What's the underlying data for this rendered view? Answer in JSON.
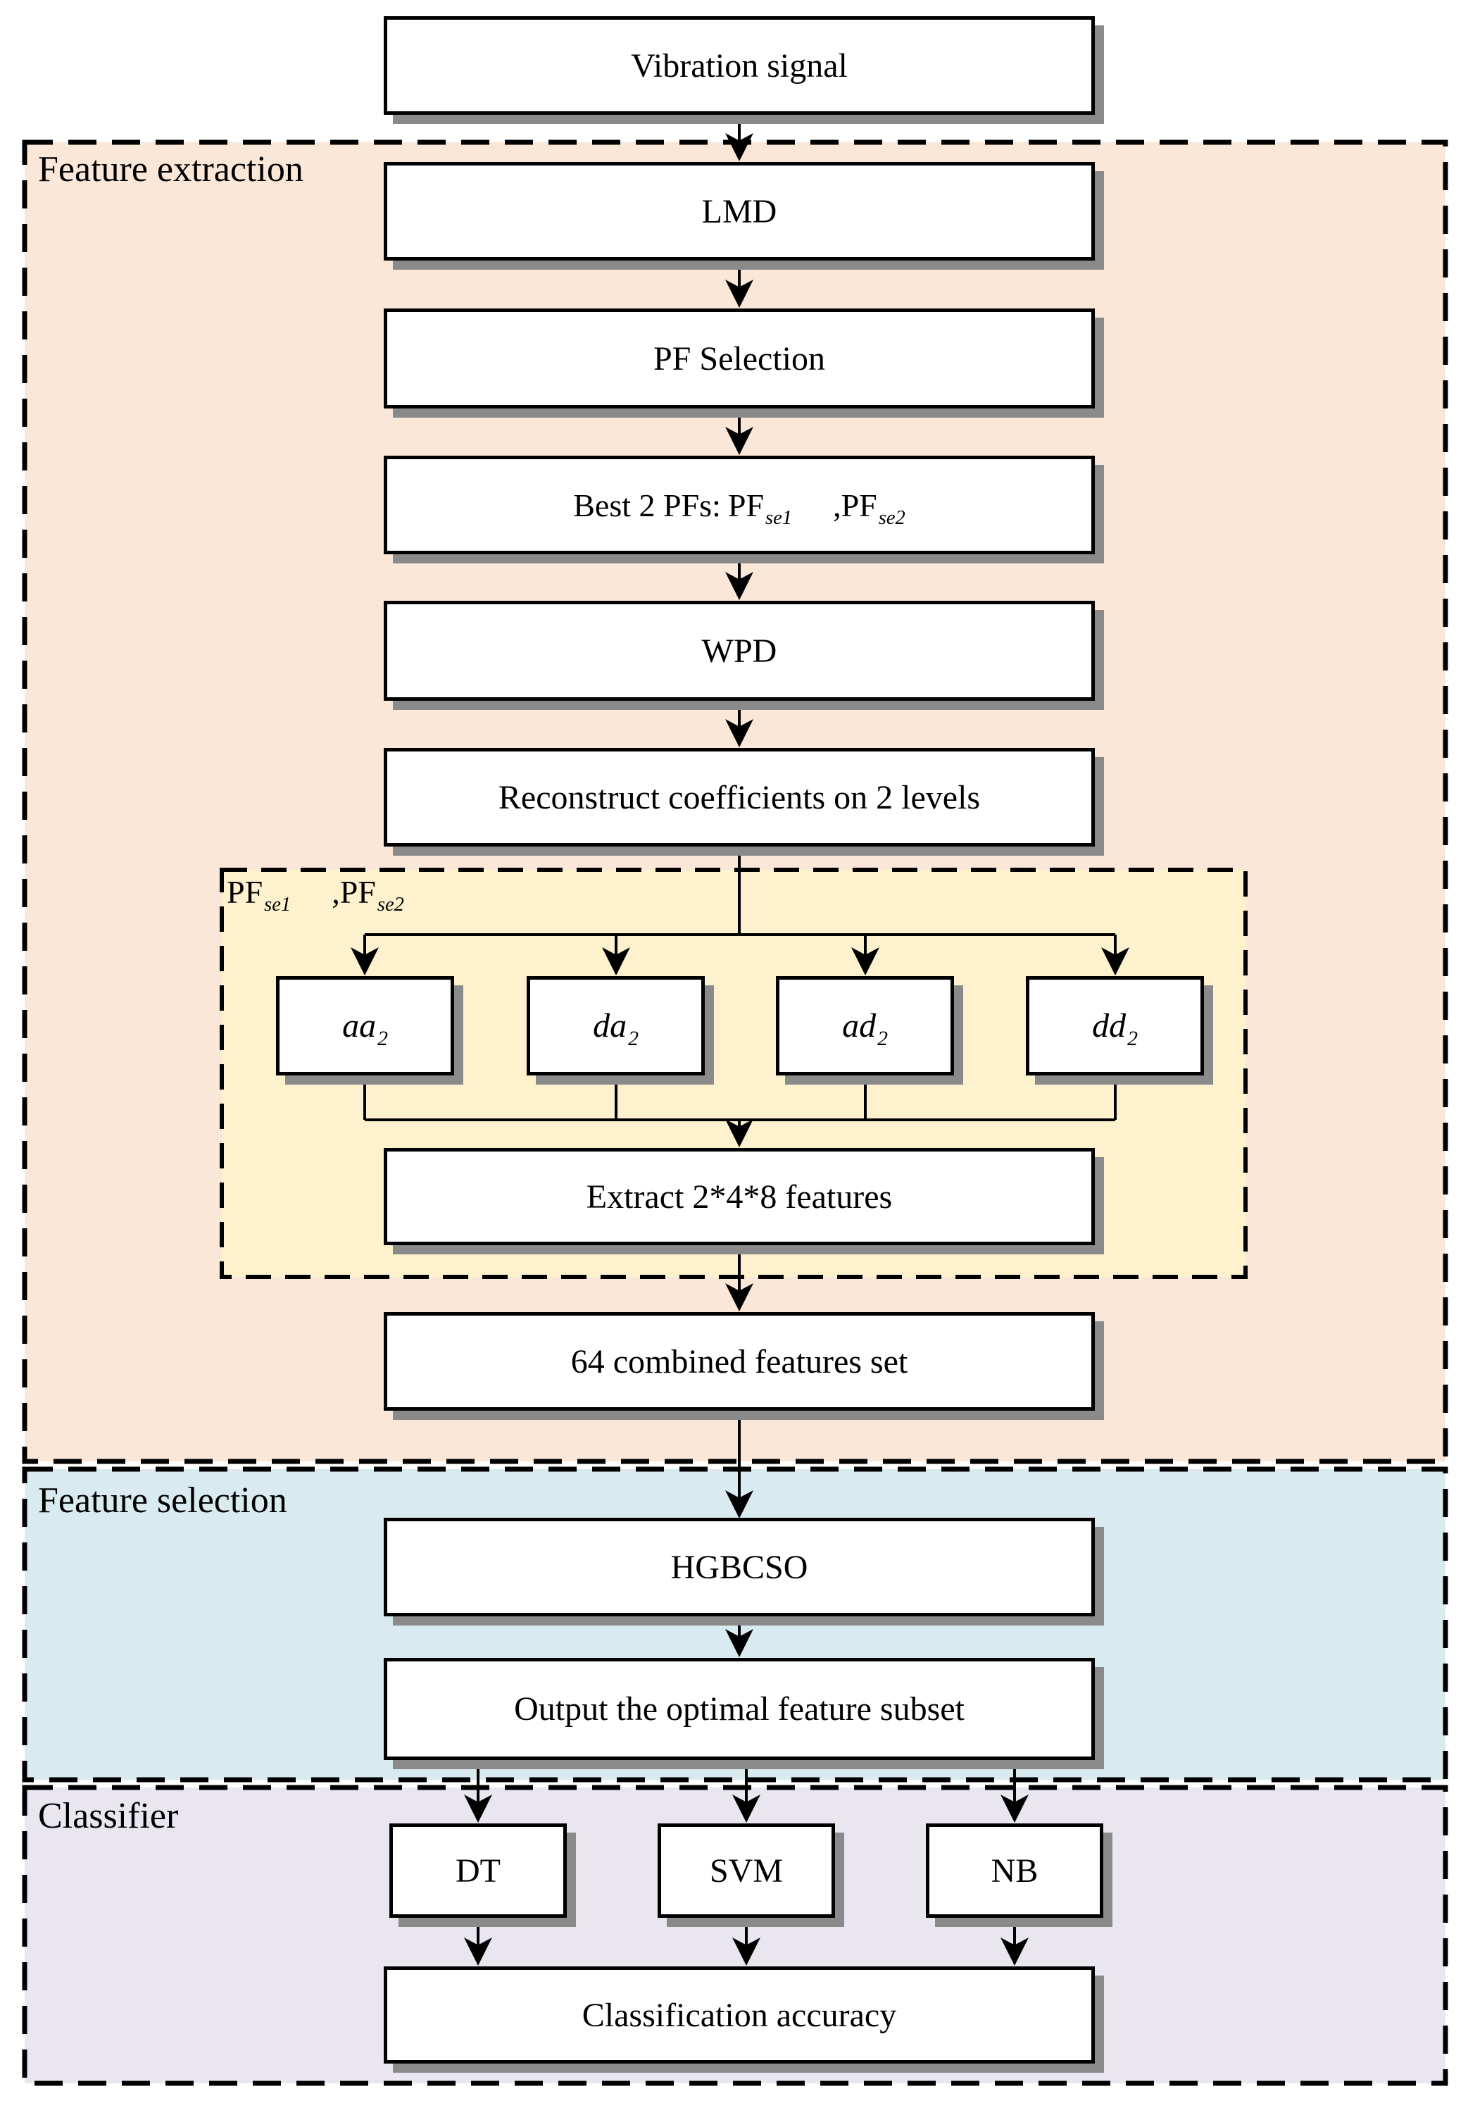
{
  "figure": {
    "type": "flowchart",
    "description": "Fault-diagnosis feature extraction / selection / classification pipeline"
  },
  "sections": [
    {
      "label": "Feature extraction",
      "bg": "#fae7d8"
    },
    {
      "label": "Feature selection",
      "bg": "#d9eaf0"
    },
    {
      "label": "Classifier",
      "bg": "#e9e6f0"
    }
  ],
  "inner_group": {
    "bg": "#fdf2cd"
  },
  "nodes": {
    "vibration": "Vibration signal",
    "lmd": "LMD",
    "pf_selection": "PF Selection",
    "wpd": "WPD",
    "reconstruct": "Reconstruct coefficients on 2 levels",
    "extract": "Extract 2*4*8 features",
    "combined": "64 combined features set",
    "hgbcso": "HGBCSO",
    "output": "Output the optimal feature subset",
    "dt": "DT",
    "svm": "SVM",
    "nb": "NB",
    "accuracy": "Classification accuracy"
  },
  "best_pfs": {
    "prefix": "Best 2 PFs:",
    "pf1": "PF",
    "sub1": "se1",
    "comma": ",",
    "pf2": "PF",
    "sub2": "se2"
  },
  "pf_label": {
    "pf1": "PF",
    "sub1": "se1",
    "comma": ",",
    "pf2": "PF",
    "sub2": "se2"
  },
  "coeff_boxes": [
    {
      "base": "aa",
      "sub": "2"
    },
    {
      "base": "da",
      "sub": "2"
    },
    {
      "base": "ad",
      "sub": "2"
    },
    {
      "base": "dd",
      "sub": "2"
    }
  ],
  "colors": {
    "box_border": "#000000",
    "box_shadow": "#8a8a8a",
    "arrow": "#000000",
    "dashed_border": "#000000"
  }
}
